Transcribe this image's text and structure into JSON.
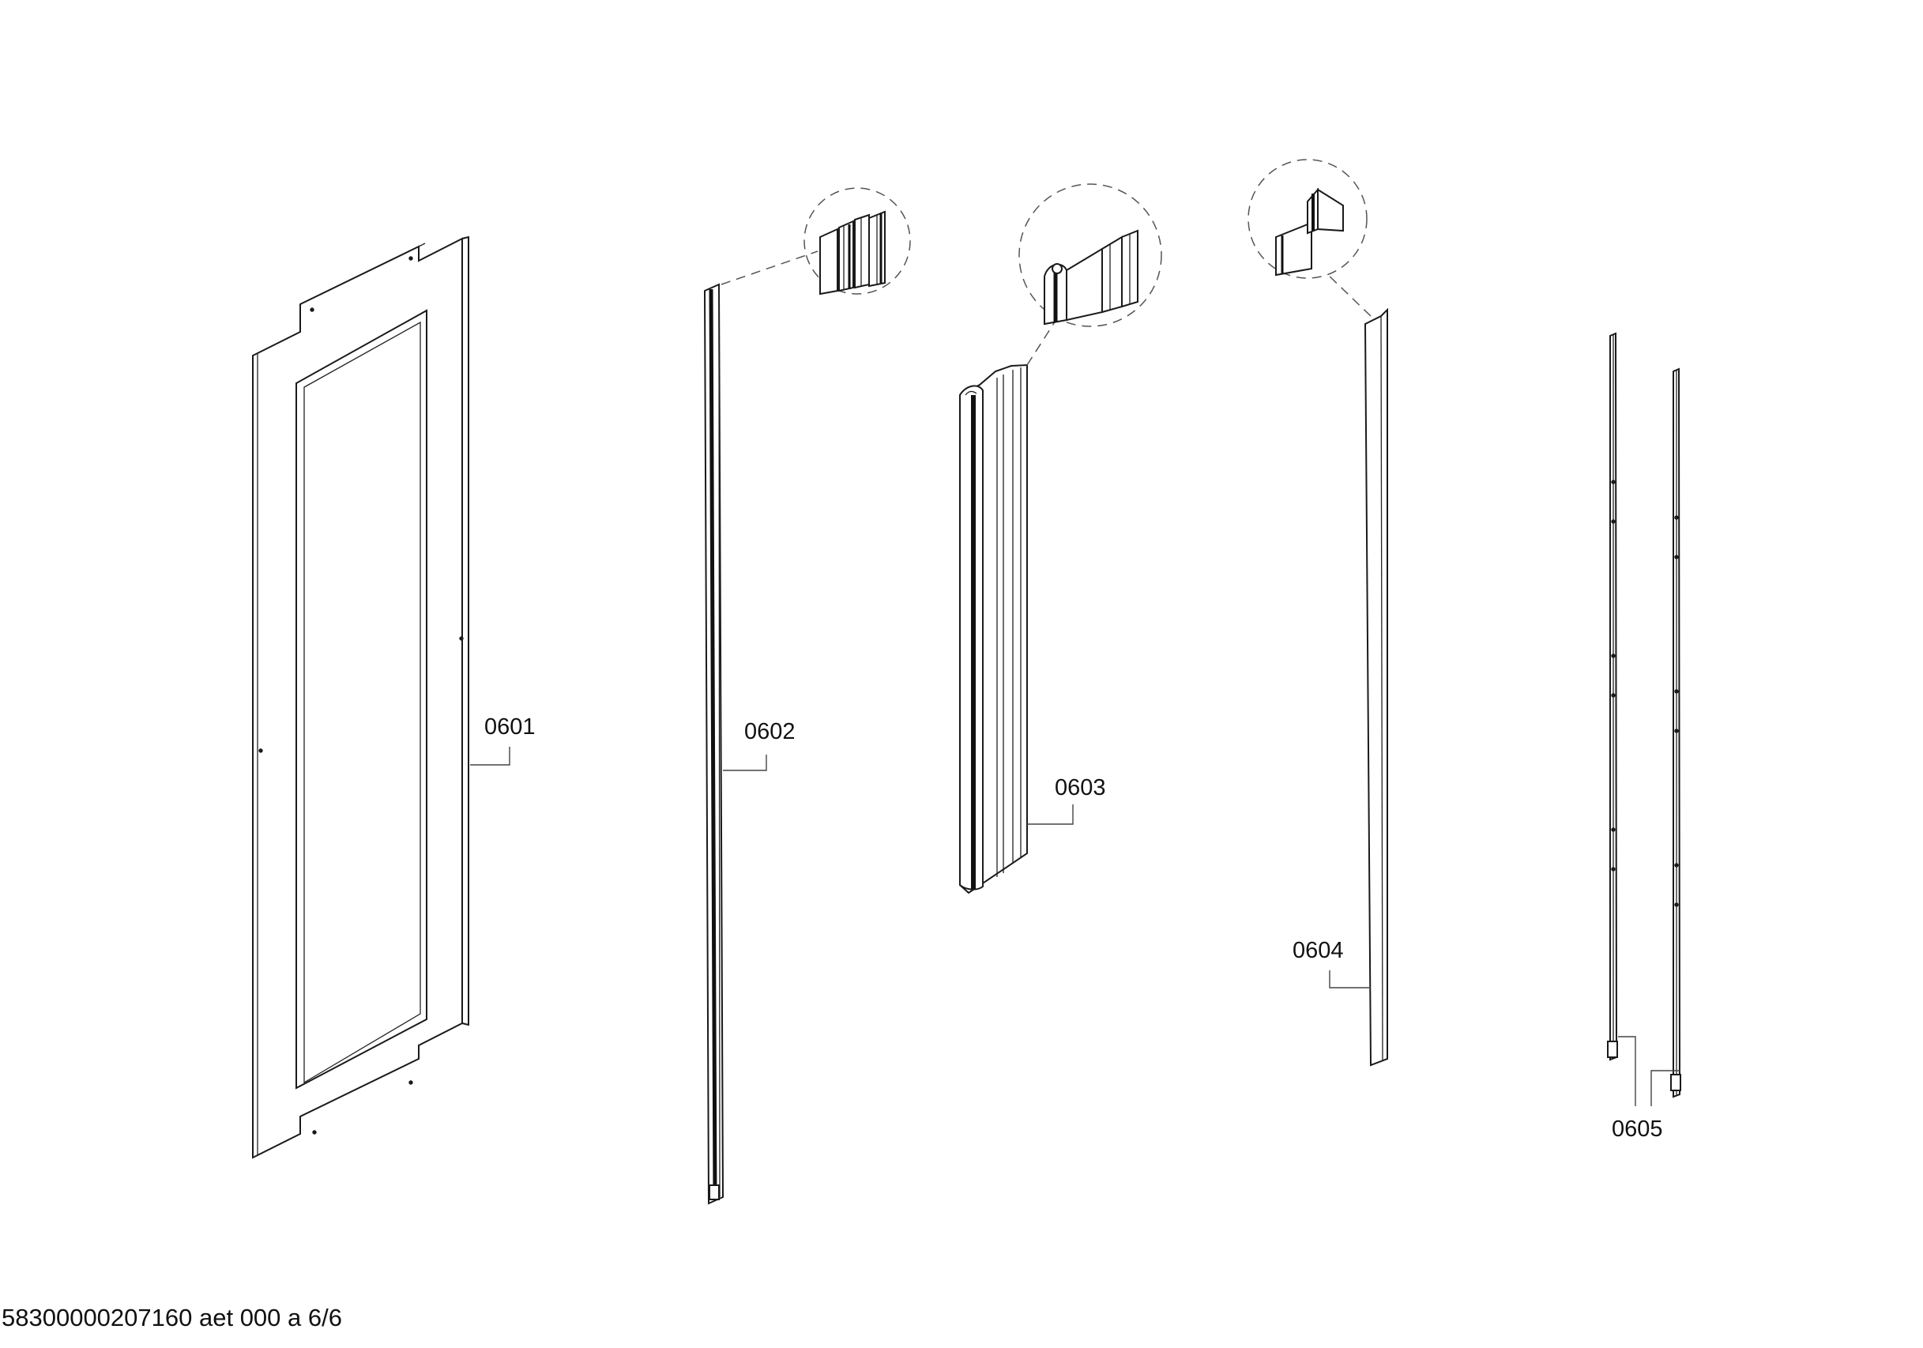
{
  "parts": [
    {
      "id": "0601",
      "label": "0601"
    },
    {
      "id": "0602",
      "label": "0602"
    },
    {
      "id": "0603",
      "label": "0603"
    },
    {
      "id": "0604",
      "label": "0604"
    },
    {
      "id": "0605",
      "label": "0605"
    }
  ],
  "footer": {
    "text": "58300000207160 aet 000 a 6/6"
  }
}
